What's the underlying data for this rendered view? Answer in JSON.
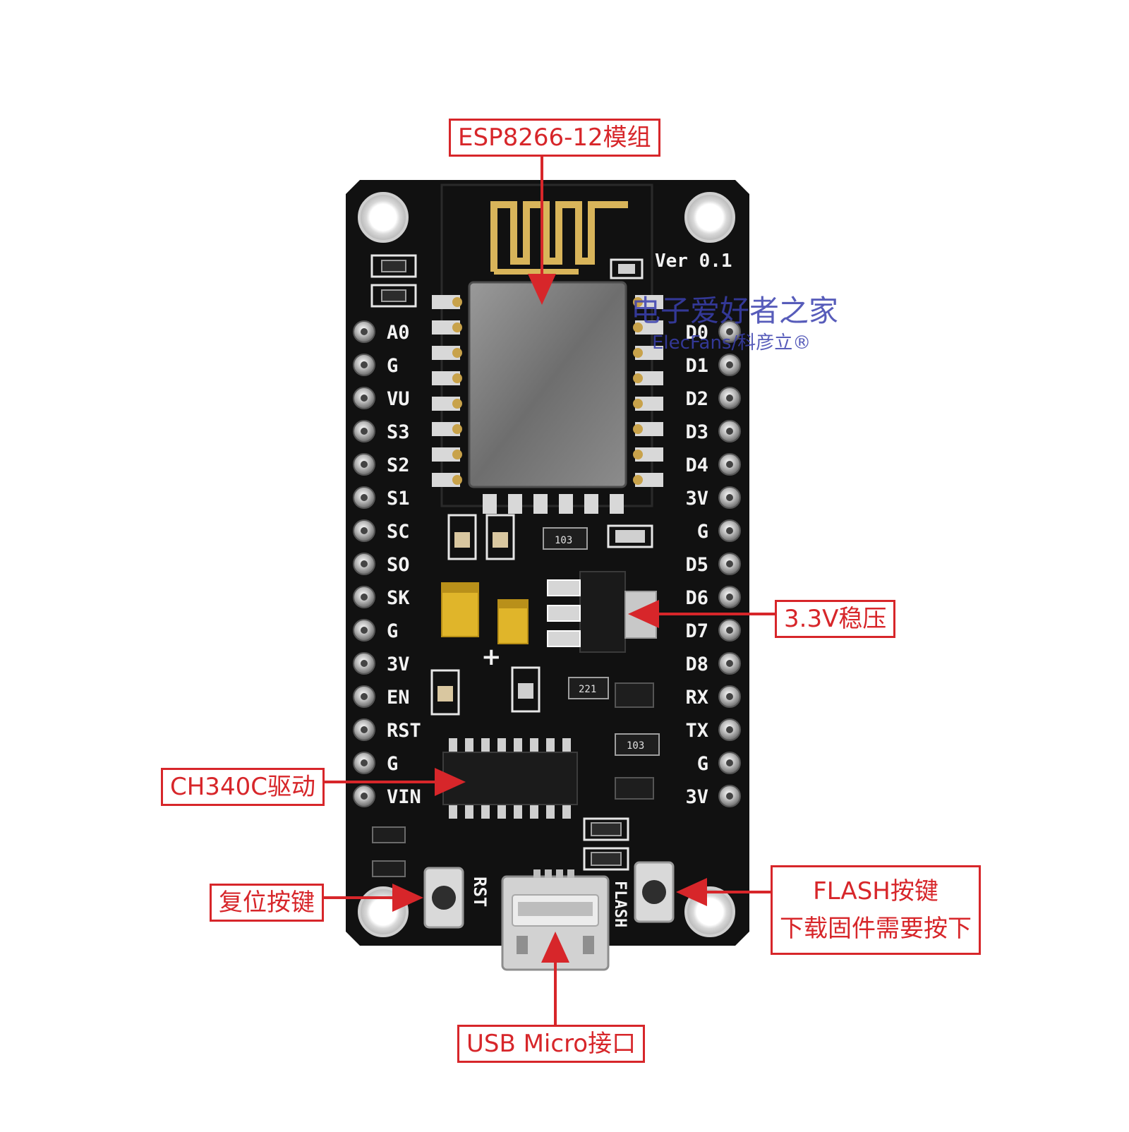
{
  "callouts": {
    "module": "ESP8266-12模组",
    "regulator": "3.3V稳压",
    "usb_chip": "CH340C驱动",
    "reset": "复位按键",
    "flash_line1": "FLASH按键",
    "flash_line2": "下载固件需要按下",
    "usb": "USB Micro接口"
  },
  "board": {
    "version": "Ver  0.1",
    "left_pins": [
      "A0",
      "G",
      "VU",
      "S3",
      "S2",
      "S1",
      "SC",
      "SO",
      "SK",
      "G",
      "3V",
      "EN",
      "RST",
      "G",
      "VIN"
    ],
    "right_pins": [
      "D0",
      "D1",
      "D2",
      "D3",
      "D4",
      "3V",
      "G",
      "D5",
      "D6",
      "D7",
      "D8",
      "RX",
      "TX",
      "G",
      "3V"
    ],
    "rst_button_label": "RST",
    "flash_button_label": "FLASH",
    "resistor_codes": [
      "103",
      "103",
      "221"
    ],
    "plus_mark": "+"
  },
  "watermark": {
    "line1": "电子爱好者之家",
    "line2": "ElecFans/科彦立®"
  },
  "colors": {
    "pcb": "#111111",
    "silk": "#f2f2f2",
    "callout": "#d7262a",
    "gold": "#c8a24a",
    "shield": "#7d7d7d",
    "watermark": "#3a3fae"
  }
}
